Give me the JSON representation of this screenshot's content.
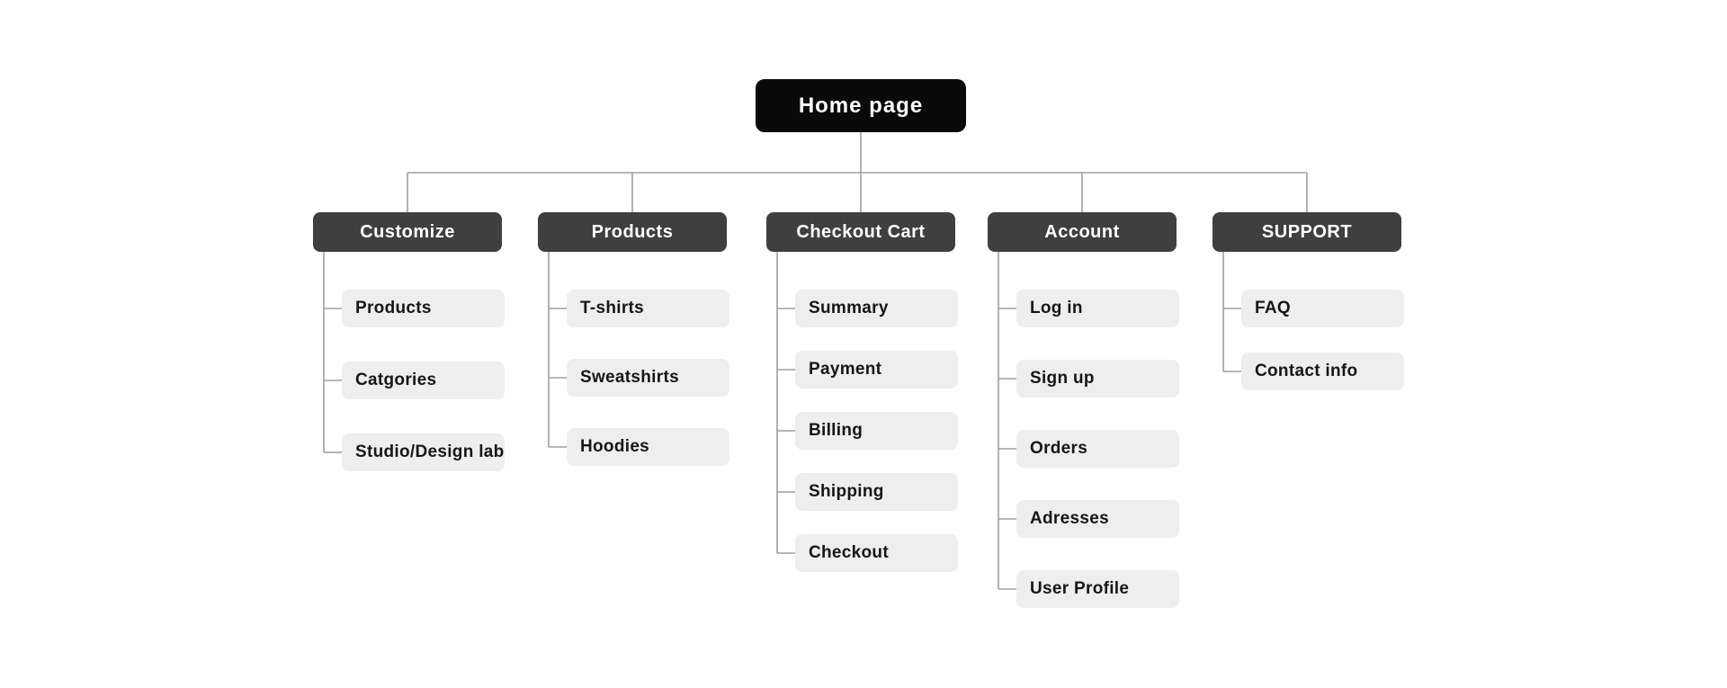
{
  "home": {
    "label": "Home page"
  },
  "branches": [
    {
      "id": "customize",
      "label": "Customize",
      "children": [
        "Products",
        "Catgories",
        "Studio/Design lab"
      ]
    },
    {
      "id": "products",
      "label": "Products",
      "children": [
        "T-shirts",
        "Sweatshirts",
        "Hoodies"
      ]
    },
    {
      "id": "checkout-cart",
      "label": "Checkout Cart",
      "children": [
        "Summary",
        "Payment",
        "Billing",
        "Shipping",
        "Checkout"
      ]
    },
    {
      "id": "account",
      "label": "Account",
      "children": [
        "Log in",
        "Sign up",
        "Orders",
        "Adresses",
        "User Profile"
      ]
    },
    {
      "id": "support",
      "label": "SUPPORT",
      "children": [
        "FAQ",
        "Contact info"
      ]
    }
  ],
  "colors": {
    "home_bg": "#0a0a0a",
    "branch_bg": "#3f3f3f",
    "child_bg": "#eeeeee",
    "line": "#9f9f9f",
    "header_text": "#ffffff",
    "child_text": "#161616"
  }
}
